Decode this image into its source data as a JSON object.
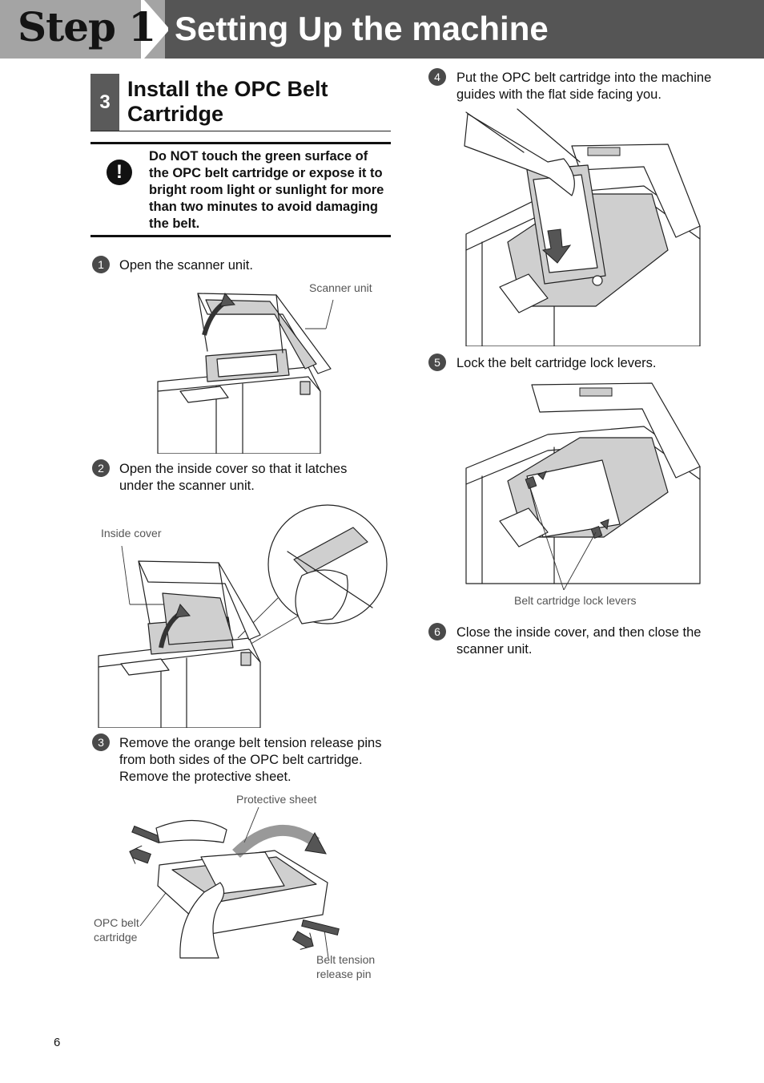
{
  "header": {
    "step_label": "Step 1",
    "title": "Setting Up the machine"
  },
  "section": {
    "number": "3",
    "title": "Install the OPC Belt Cartridge"
  },
  "warning": {
    "icon": "exclamation-icon",
    "text": "Do NOT touch the green surface of the OPC belt cartridge or expose it to bright room light or sunlight for more than two minutes to avoid damaging the belt."
  },
  "steps": [
    {
      "number": "1",
      "text": "Open the scanner unit."
    },
    {
      "number": "2",
      "text": "Open the inside cover so that it latches under the scanner unit."
    },
    {
      "number": "3",
      "text": "Remove the orange belt tension release pins from both sides of the OPC belt cartridge. Remove the protective sheet."
    },
    {
      "number": "4",
      "text": "Put the OPC belt cartridge into the machine guides with the flat side facing you."
    },
    {
      "number": "5",
      "text": "Lock the belt cartridge lock levers."
    },
    {
      "number": "6",
      "text": "Close the inside cover, and then close the scanner unit."
    }
  ],
  "captions": {
    "scanner_unit": "Scanner unit",
    "inside_cover": "Inside cover",
    "protective_sheet": "Protective sheet",
    "opc_belt_cartridge": "OPC belt cartridge",
    "belt_tension_release_pin": "Belt tension release pin",
    "belt_cartridge_lock_levers": "Belt cartridge lock levers"
  },
  "page_number": "6",
  "colors": {
    "header_dark": "#555555",
    "header_light": "#a4a4a4",
    "section_box": "#5a5a5a",
    "caption_text": "#555555"
  }
}
